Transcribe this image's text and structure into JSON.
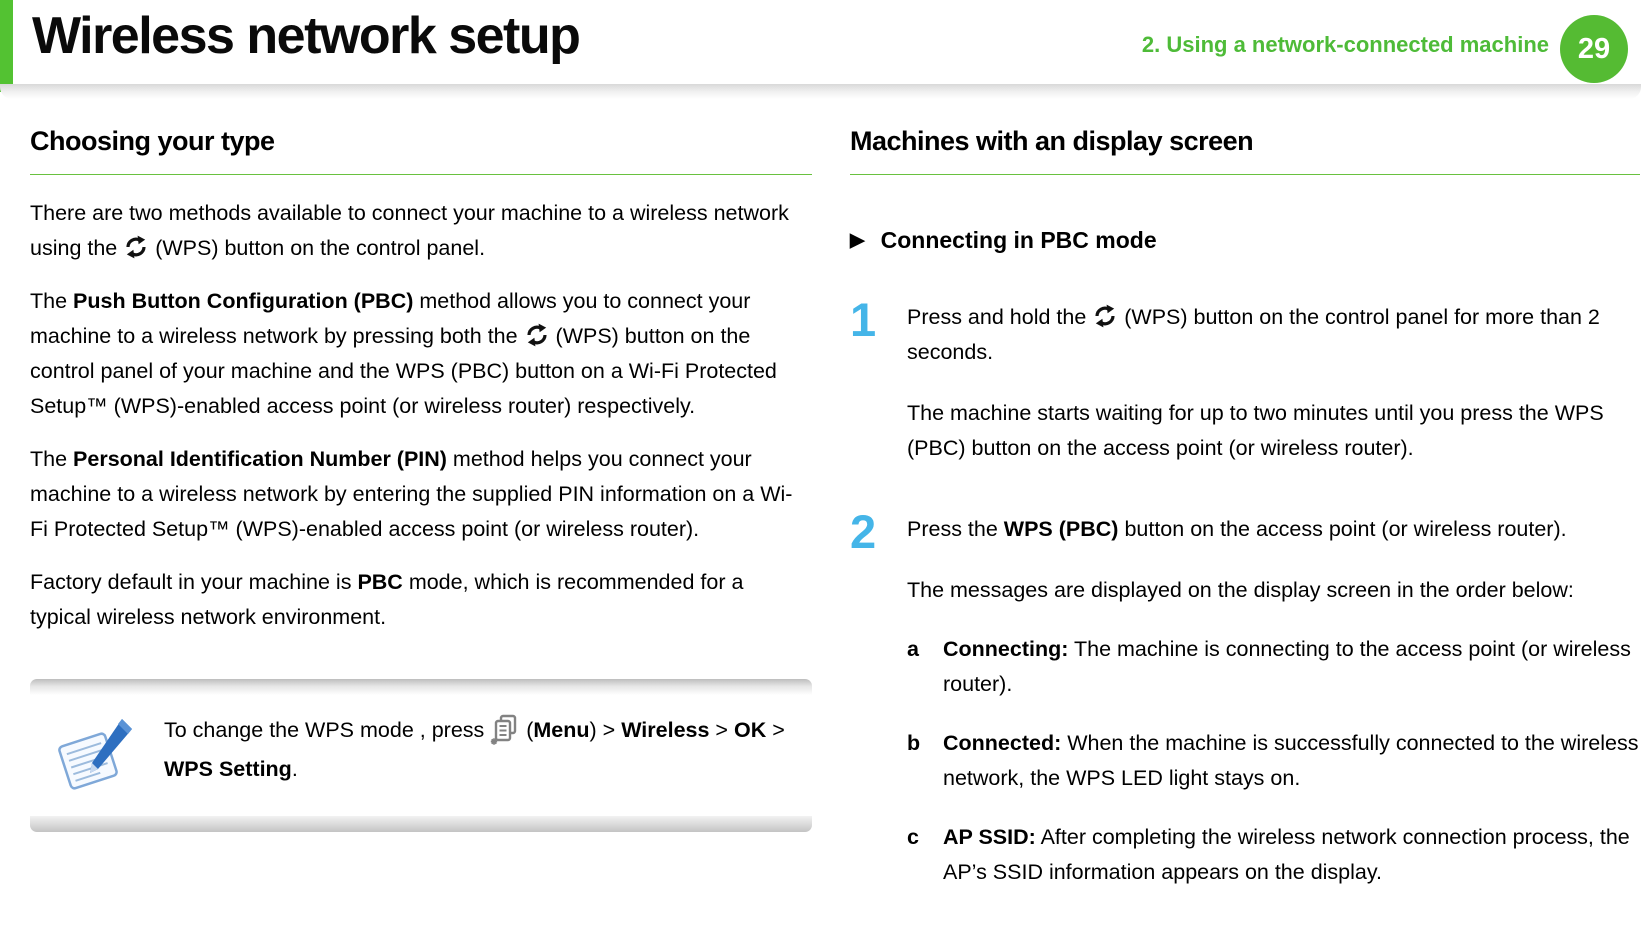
{
  "header": {
    "title": "Wireless network setup",
    "chapter": "2.  Using a network-connected machine",
    "page_number": "29"
  },
  "colors": {
    "accent_green": "#53C232",
    "heading_underline_green": "#69C13F",
    "step_number_blue": "#45B5E8",
    "menu_icon_gray": "#808080",
    "note_icon_blue": "#2E6FC0"
  },
  "icons": {
    "wps-icon": "circular-sync-arrows",
    "menu-icon": "document-list-with-asterisk",
    "note-icon": "notepad-with-pencil",
    "bullet_arrow": "▶"
  },
  "left_column": {
    "heading": "Choosing your type",
    "p1": [
      {
        "t": "There are two methods available to connect your machine to a wireless network using the "
      },
      {
        "icon": "wps-icon"
      },
      {
        "t": " (WPS) button on the control panel."
      }
    ],
    "p2": [
      {
        "t": "The "
      },
      {
        "t": "Push Button Configuration (PBC)",
        "b": true
      },
      {
        "t": " method allows you to connect your machine to a wireless network by pressing both the "
      },
      {
        "icon": "wps-icon"
      },
      {
        "t": " (WPS) button on the control panel of your machine and the WPS (PBC) button on a Wi-Fi Protected Setup™ (WPS)-enabled access point (or wireless router) respectively."
      }
    ],
    "p3": [
      {
        "t": "The "
      },
      {
        "t": "Personal Identification Number (PIN)",
        "b": true
      },
      {
        "t": " method helps you connect your machine to a wireless network by entering the supplied PIN information on a Wi-Fi Protected Setup™ (WPS)-enabled access point (or wireless router)."
      }
    ],
    "p4": [
      {
        "t": "Factory default in your machine is "
      },
      {
        "t": "PBC",
        "b": true
      },
      {
        "t": " mode, which is recommended for a typical wireless network environment."
      }
    ],
    "note": [
      {
        "t": "To change the WPS mode , press "
      },
      {
        "icon": "menu-icon"
      },
      {
        "t": " ("
      },
      {
        "t": "Menu",
        "b": true
      },
      {
        "t": ") > "
      },
      {
        "t": "Wireless",
        "b": true
      },
      {
        "t": " > "
      },
      {
        "t": "OK",
        "b": true
      },
      {
        "t": " > "
      },
      {
        "t": "WPS Setting",
        "b": true
      },
      {
        "t": "."
      }
    ]
  },
  "right_column": {
    "heading": "Machines with an display screen",
    "subheading": "Connecting in PBC mode",
    "steps": [
      {
        "number": "1",
        "text": [
          {
            "t": "Press and hold the "
          },
          {
            "icon": "wps-icon"
          },
          {
            "t": " (WPS) button on the control panel for more than 2 seconds."
          }
        ],
        "sub": [
          {
            "t": "The machine starts waiting for up to two minutes until you press the WPS (PBC) button on the access point (or wireless router)."
          }
        ]
      },
      {
        "number": "2",
        "text": [
          {
            "t": "Press the "
          },
          {
            "t": "WPS (PBC)",
            "b": true
          },
          {
            "t": " button on the access point (or wireless router)."
          }
        ],
        "sub": [
          {
            "t": "The messages are displayed on the display screen in the order below:"
          }
        ]
      }
    ],
    "list": [
      {
        "letter": "a",
        "label": "Connecting:",
        "text": " The machine is connecting to the access point (or wireless router)."
      },
      {
        "letter": "b",
        "label": "Connected:",
        "text": " When the machine is successfully connected to the wireless network, the WPS LED light stays on."
      },
      {
        "letter": "c",
        "label": "AP SSID:",
        "text": " After completing the wireless network connection process, the AP’s SSID information appears on the display."
      }
    ]
  }
}
